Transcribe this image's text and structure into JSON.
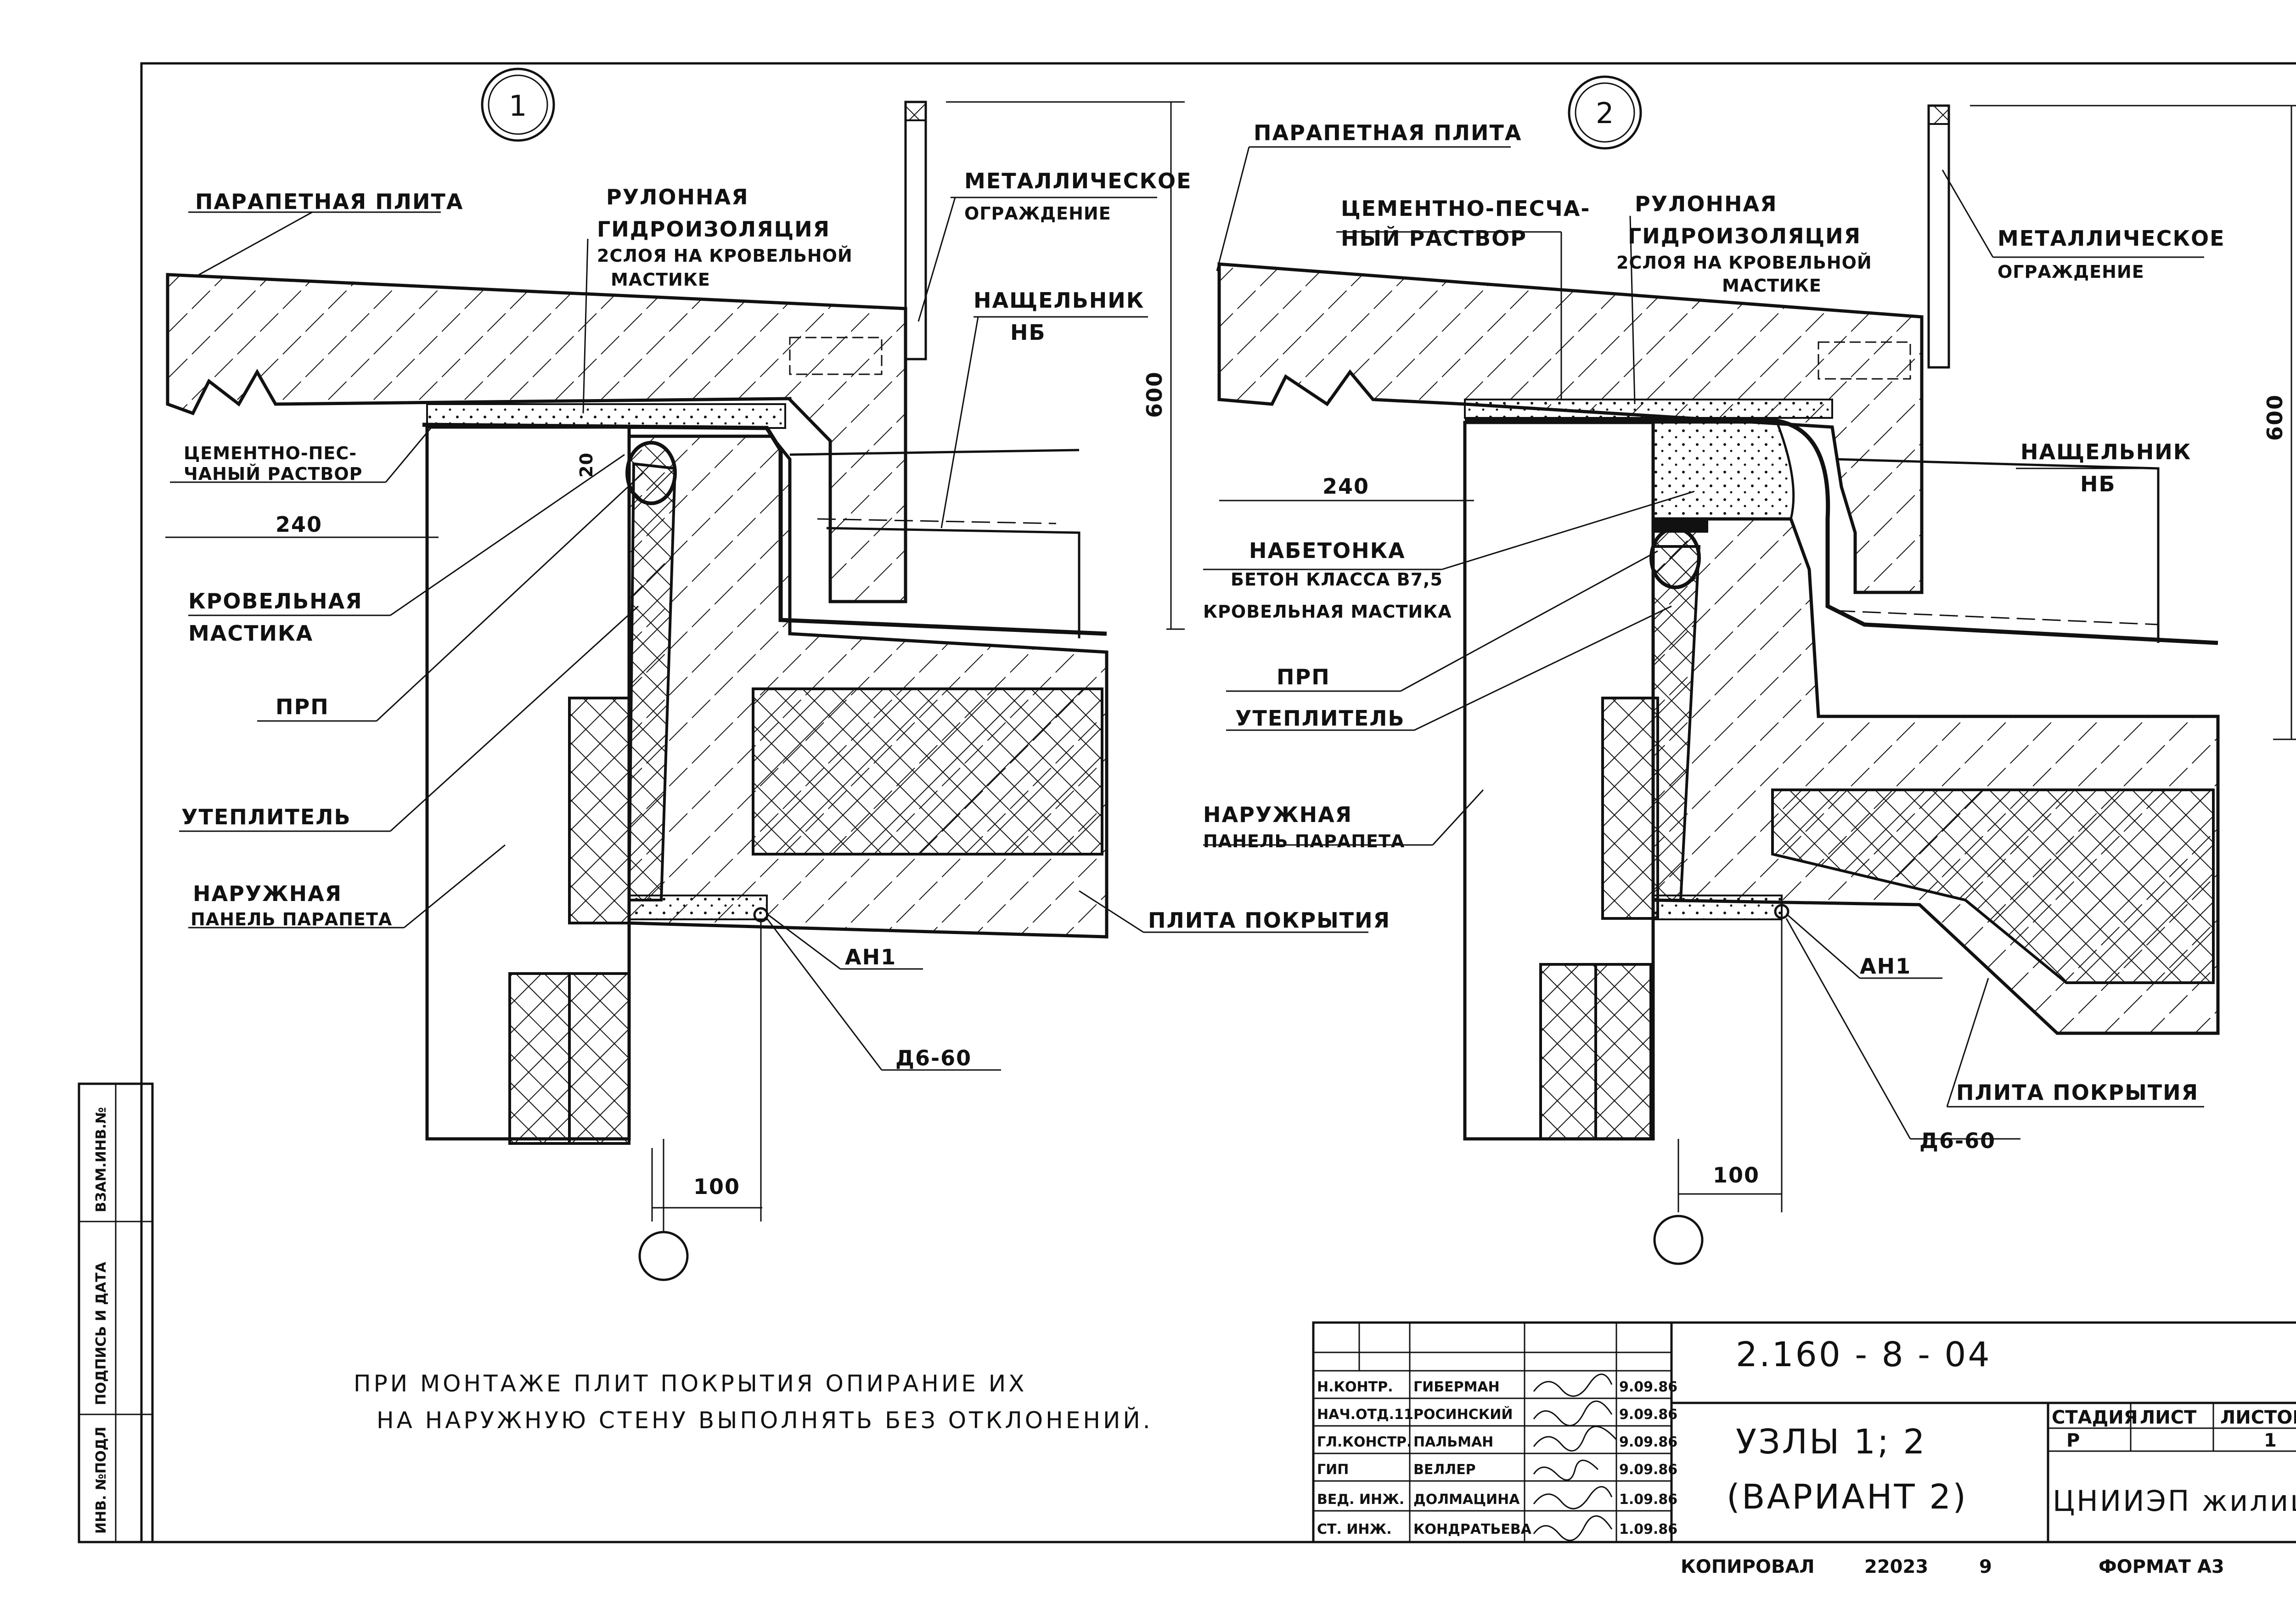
{
  "page_number": "8",
  "detail_1": {
    "marker": "1",
    "labels": {
      "parapet_slab": "ПАРАПЕТНАЯ ПЛИТА",
      "roll_1": "РУЛОННАЯ",
      "roll_2": "ГИДРОИЗОЛЯЦИЯ",
      "roll_3": "2СЛОЯ НА КРОВЕЛЬНОЙ",
      "roll_4": "МАСТИКЕ",
      "metal_1": "МЕТАЛЛИЧЕСКОЕ",
      "metal_2": "ОГРАЖДЕНИЕ",
      "flashing_1": "НАЩЕЛЬНИК",
      "flashing_2": "НБ",
      "mortar_1": "ЦЕМЕНТНО-ПЕС-",
      "mortar_2": "ЧАНЫЙ РАСТВОР",
      "mastic_1": "КРОВЕЛЬНАЯ",
      "mastic_2": "МАСТИКА",
      "prp": "ПРП",
      "insulation": "УТЕПЛИТЕЛЬ",
      "outer_1": "НАРУЖНАЯ",
      "outer_2": "ПАНЕЛЬ ПАРАПЕТА",
      "roof_slab": "ПЛИТА ПОКРЫТИЯ",
      "an1": "АН1",
      "d660": "Д6-60"
    },
    "dims": {
      "d240": "240",
      "d20": "20",
      "d600": "600",
      "d100": "100"
    }
  },
  "detail_2": {
    "marker": "2",
    "labels": {
      "parapet_slab": "ПАРАПЕТНАЯ ПЛИТА",
      "mortar_1": "ЦЕМЕНТНО-ПЕСЧА-",
      "mortar_2": "НЫЙ РАСТВОР",
      "roll_1": "РУЛОННАЯ",
      "roll_2": "ГИДРОИЗОЛЯЦИЯ",
      "roll_3": "2СЛОЯ НА КРОВЕЛЬНОЙ",
      "roll_4": "МАСТИКЕ",
      "metal_1": "МЕТАЛЛИЧЕСКОЕ",
      "metal_2": "ОГРАЖДЕНИЕ",
      "flashing_1": "НАЩЕЛЬНИК",
      "flashing_2": "НБ",
      "topping_1": "НАБЕТОНКА",
      "topping_2": "БЕТОН КЛАССА В7,5",
      "topping_3": "КРОВЕЛЬНАЯ МАСТИКА",
      "prp": "ПРП",
      "insulation": "УТЕПЛИТЕЛЬ",
      "outer_1": "НАРУЖНАЯ",
      "outer_2": "ПАНЕЛЬ ПАРАПЕТА",
      "roof_slab": "ПЛИТА ПОКРЫТИЯ",
      "an1": "АН1",
      "d660": "Д6-60"
    },
    "dims": {
      "d240": "240",
      "d600": "600",
      "d100": "100"
    }
  },
  "note": {
    "line1": "ПРИ МОНТАЖЕ   ПЛИТ   ПОКРЫТИЯ ОПИРАНИЕ ИХ",
    "line2": "НА НАРУЖНУЮ СТЕНУ  ВЫПОЛНЯТЬ БЕЗ ОТКЛОНЕНИЙ."
  },
  "side_stamp": {
    "inv_podl": "ИНВ. №ПОДЛ",
    "podpis": "ПОДПИСЬ И ДАТА",
    "vzam": "ВЗАМ.ИНВ.№"
  },
  "title_block": {
    "code": "2.160 - 8 - 04",
    "title_1": "УЗЛЫ  1; 2",
    "title_2": "(ВАРИАНТ  2)",
    "org": "ЦНИИЭП жилища",
    "stage_h": "СТАДИЯ",
    "sheet_h": "ЛИСТ",
    "sheets_h": "ЛИСТОВ",
    "stage": "Р",
    "sheets": "1",
    "staff": [
      {
        "role": "Н.КОНТР.",
        "name": "ГИБЕРМАН",
        "date": "9.09.86"
      },
      {
        "role": "НАЧ.ОТД.11",
        "name": "РОСИНСКИЙ",
        "date": "9.09.86"
      },
      {
        "role": "ГЛ.КОНСТР.",
        "name": "ПАЛЬМАН",
        "date": "9.09.86"
      },
      {
        "role": "ГИП",
        "name": "ВЕЛЛЕР",
        "date": "9.09.86"
      },
      {
        "role": "ВЕД. ИНЖ.",
        "name": "ДОЛМАЦИНА",
        "date": "1.09.86"
      },
      {
        "role": "СТ. ИНЖ.",
        "name": "КОНДРАТЬЕВА",
        "date": "1.09.86"
      }
    ]
  },
  "footer": {
    "copied_label": "КОПИРОВАЛ",
    "copied_num": "22023",
    "copied_extra": "9",
    "format": "ФОРМАТ А3"
  }
}
